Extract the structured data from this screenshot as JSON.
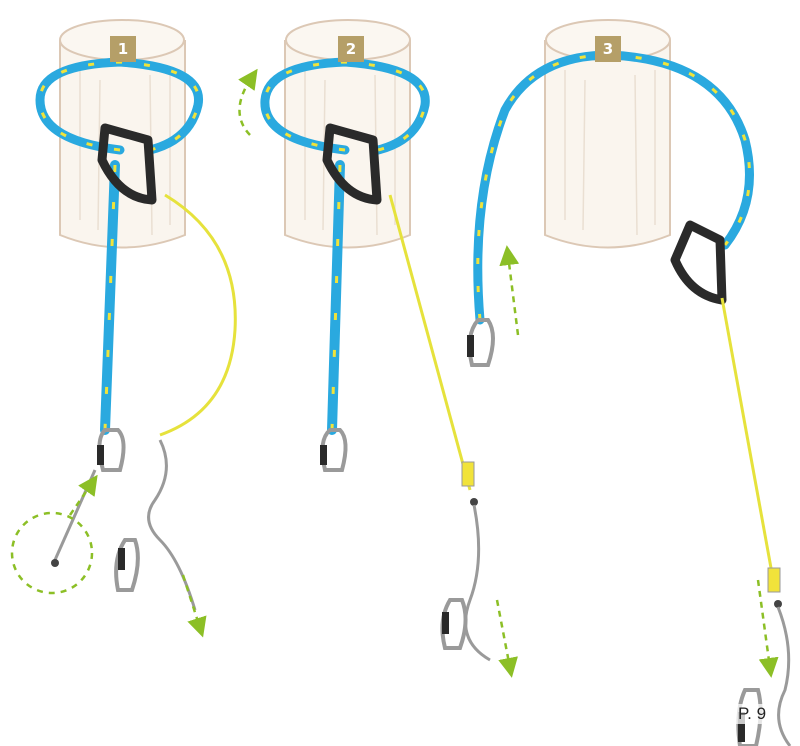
{
  "steps": [
    {
      "number": "1"
    },
    {
      "number": "2"
    },
    {
      "number": "3"
    }
  ],
  "page_label": "P. 9",
  "colors": {
    "sling_blue": "#2aa9df",
    "sling_yellow": "#f1e33a",
    "cord_yellow": "#e6e23c",
    "arrow_green": "#8cbf26",
    "badge_tan": "#b59f68",
    "trunk_outline": "#dcc8b5",
    "trunk_fill": "#faf5ee",
    "hardware_dark": "#2a2a2a",
    "rope_grey": "#9a9a9a"
  },
  "icons": [
    "tree-trunk-icon",
    "carabiner-icon",
    "rope-grab-icon",
    "direction-arrow-icon"
  ]
}
